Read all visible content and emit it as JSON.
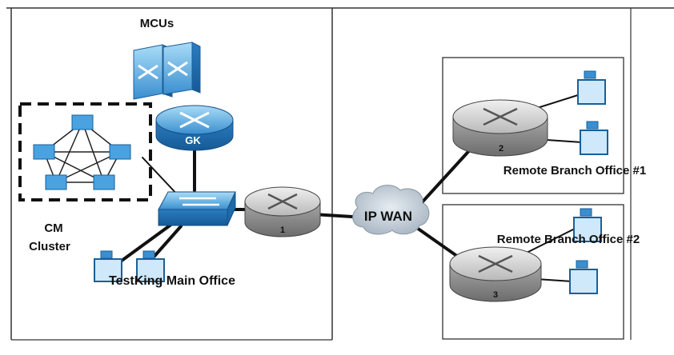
{
  "labels": {
    "mcus": "MCUs",
    "gk": "GK",
    "cm_cluster_line1": "CM",
    "cm_cluster_line2": "Cluster",
    "main_office": "TestKing Main Office",
    "ip_wan": "IP WAN",
    "router_1": "1",
    "router_2": "2",
    "router_3": "3",
    "branch_1": "Remote Branch Office #1",
    "branch_2": "Remote Branch Office #2"
  },
  "colors": {
    "device_blue": "#3a8fd0",
    "device_blue_light": "#8cc8f0",
    "router_gray": "#9a9a9a",
    "router_gray_light": "#d9d9d9",
    "cloud": "#c9d3dc",
    "line": "#111111",
    "box_border": "#333333"
  },
  "icons": [
    "mcu-icon",
    "gatekeeper-router-icon",
    "call-manager-server-icon",
    "switch-icon",
    "router-icon",
    "ip-phone-icon",
    "cloud-icon"
  ]
}
